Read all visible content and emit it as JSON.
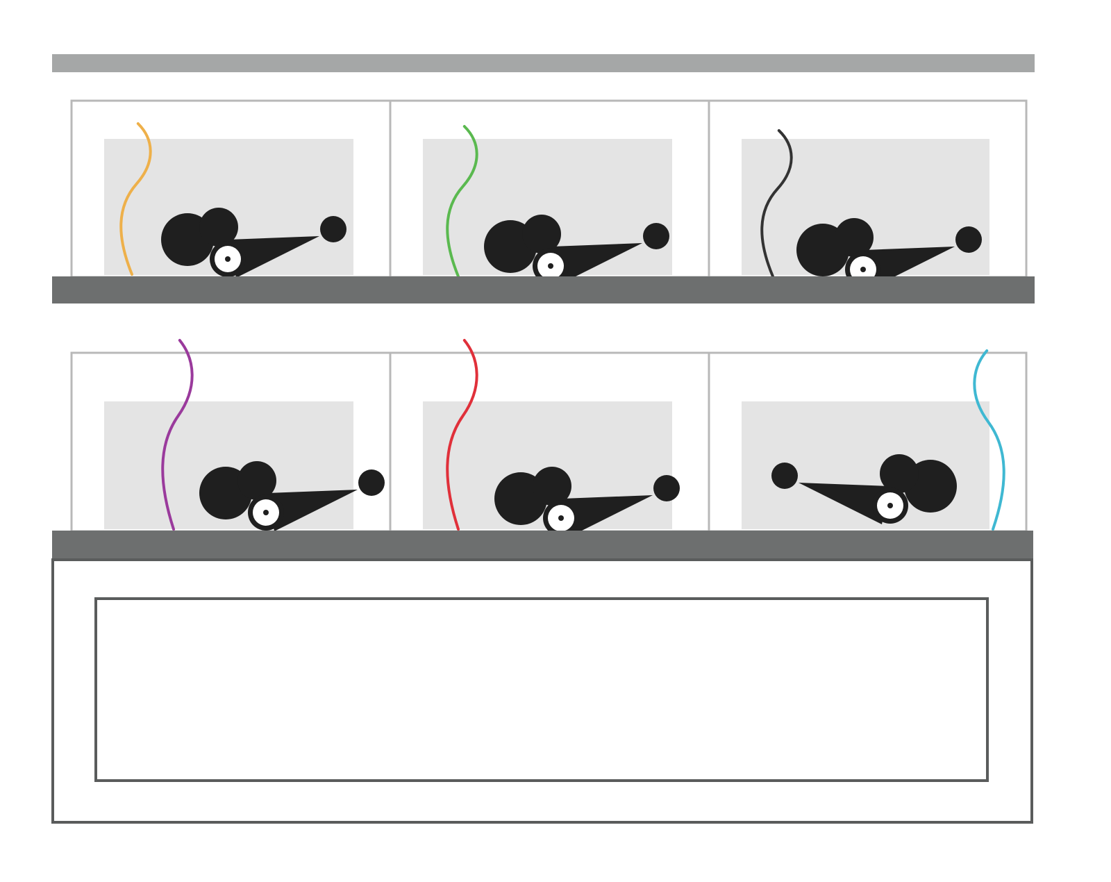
{
  "colors": {
    "top_bar": "#a5a7a7",
    "shelf": "#6d6f6f",
    "cage_frame": "#b8b8b8",
    "cage_panel": "#e4e4e4",
    "cabinet_border": "#5a5c5c",
    "mouse": "#1f1f1f"
  },
  "cages": [
    {
      "row": 1,
      "wire_color": "#eeb04a",
      "mouse_facing": "right"
    },
    {
      "row": 1,
      "wire_color": "#5ab94f",
      "mouse_facing": "right"
    },
    {
      "row": 1,
      "wire_color": "#333333",
      "mouse_facing": "right"
    },
    {
      "row": 2,
      "wire_color": "#9a3a9c",
      "mouse_facing": "right"
    },
    {
      "row": 2,
      "wire_color": "#e0303a",
      "mouse_facing": "right"
    },
    {
      "row": 2,
      "wire_color": "#3fb8d2",
      "mouse_facing": "left"
    }
  ]
}
